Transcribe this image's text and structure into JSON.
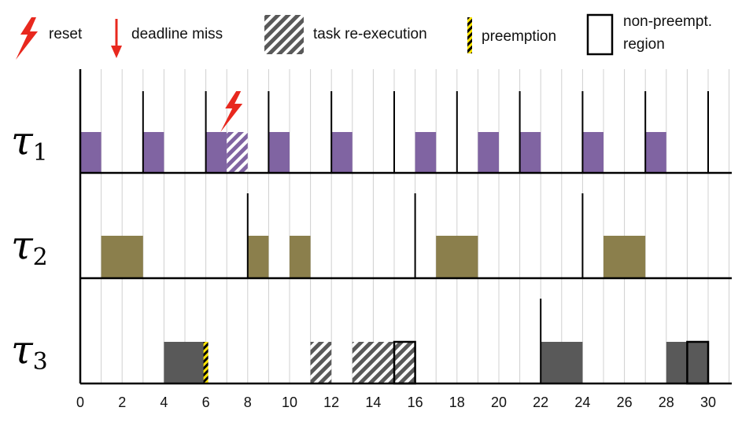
{
  "legend": {
    "reset": "reset",
    "deadline_miss": "deadline miss",
    "task_reexecution": "task re-execution",
    "preemption": "preemption",
    "non_preempt_line1": "non-preempt.",
    "non_preempt_line2": "region"
  },
  "colors": {
    "tau1": "#8064a2",
    "tau2": "#8b7f4c",
    "tau3": "#595959",
    "reset": "#e8281e",
    "preemption": "#ffe600",
    "grid": "#d0d0d0"
  },
  "chart_data": {
    "type": "gantt",
    "x_ticks": [
      0,
      2,
      4,
      6,
      8,
      10,
      12,
      14,
      16,
      18,
      20,
      22,
      24,
      26,
      28,
      30
    ],
    "xlim": [
      0,
      31
    ],
    "grid": true,
    "tasks": [
      {
        "name_symbol": "τ",
        "name_sub": "1",
        "release_lines": [
          3,
          6,
          9,
          12,
          15,
          18,
          21,
          24,
          27,
          30
        ],
        "jobs": [
          {
            "start": 0,
            "end": 1,
            "kind": "exec"
          },
          {
            "start": 3,
            "end": 4,
            "kind": "exec"
          },
          {
            "start": 6,
            "end": 7,
            "kind": "exec"
          },
          {
            "start": 7,
            "end": 8,
            "kind": "reexec"
          },
          {
            "start": 9,
            "end": 10,
            "kind": "exec"
          },
          {
            "start": 12,
            "end": 13,
            "kind": "exec"
          },
          {
            "start": 16,
            "end": 17,
            "kind": "exec"
          },
          {
            "start": 19,
            "end": 20,
            "kind": "exec"
          },
          {
            "start": 21,
            "end": 22,
            "kind": "exec"
          },
          {
            "start": 24,
            "end": 25,
            "kind": "exec"
          },
          {
            "start": 27,
            "end": 28,
            "kind": "exec"
          }
        ],
        "resets": [
          7
        ],
        "preemptions": [],
        "nonpreempt": []
      },
      {
        "name_symbol": "τ",
        "name_sub": "2",
        "release_lines": [
          8,
          16,
          24
        ],
        "jobs": [
          {
            "start": 1,
            "end": 3,
            "kind": "exec"
          },
          {
            "start": 8,
            "end": 9,
            "kind": "exec"
          },
          {
            "start": 10,
            "end": 11,
            "kind": "exec"
          },
          {
            "start": 17,
            "end": 19,
            "kind": "exec"
          },
          {
            "start": 25,
            "end": 27,
            "kind": "exec"
          }
        ],
        "resets": [],
        "preemptions": [],
        "nonpreempt": []
      },
      {
        "name_symbol": "τ",
        "name_sub": "3",
        "release_lines": [
          22
        ],
        "jobs": [
          {
            "start": 4,
            "end": 6,
            "kind": "exec"
          },
          {
            "start": 11,
            "end": 12,
            "kind": "reexec"
          },
          {
            "start": 13,
            "end": 16,
            "kind": "reexec"
          },
          {
            "start": 22,
            "end": 24,
            "kind": "exec"
          },
          {
            "start": 28,
            "end": 30,
            "kind": "exec"
          }
        ],
        "resets": [],
        "preemptions": [
          6
        ],
        "nonpreempt": [
          {
            "start": 15,
            "end": 16
          },
          {
            "start": 29,
            "end": 30
          }
        ]
      }
    ]
  }
}
